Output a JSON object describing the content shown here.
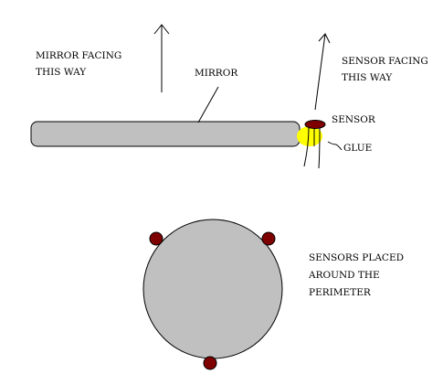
{
  "labels": {
    "mirror_facing_line1": "MIRROR FACING",
    "mirror_facing_line2": "THIS WAY",
    "mirror": "MIRROR",
    "sensor_facing_line1": "SENSOR FACING",
    "sensor_facing_line2": "THIS WAY",
    "sensor": "SENSOR",
    "glue": "GLUE",
    "sensors_placed_line1": "SENSORS PLACED",
    "sensors_placed_line2": "AROUND THE",
    "sensors_placed_line3": "PERIMETER"
  },
  "colors": {
    "mirror_fill": "#c0c0c0",
    "disc_fill": "#c0c0c0",
    "sensor_fill": "#7f0000",
    "glue_fill": "#ffff00",
    "stroke": "#000000"
  }
}
